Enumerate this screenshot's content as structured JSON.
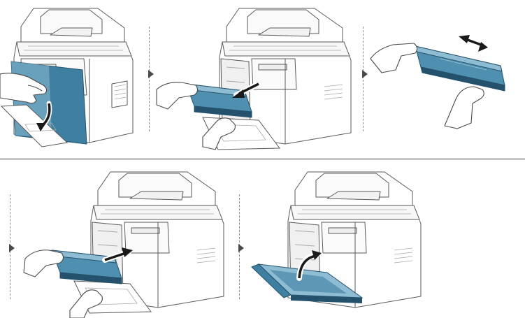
{
  "steps": [
    {
      "index": 1,
      "subject": "printer",
      "action": "open-front-cover"
    },
    {
      "index": 2,
      "subject": "printer",
      "action": "pull-out-toner-cartridge"
    },
    {
      "index": 3,
      "subject": "toner-cartridge",
      "action": "shake-side-to-side"
    },
    {
      "index": 4,
      "subject": "printer",
      "action": "insert-toner-cartridge"
    },
    {
      "index": 5,
      "subject": "printer",
      "action": "close-front-cover"
    }
  ],
  "colors": {
    "outline": "#5a5a5a",
    "light_line": "#a8a8a8",
    "cover": "#3f7fa1",
    "cover_light": "#8dbcd3",
    "cover_dark": "#24526c",
    "cartridge": "#4f8fb0",
    "marker": "#4a4a4a"
  }
}
